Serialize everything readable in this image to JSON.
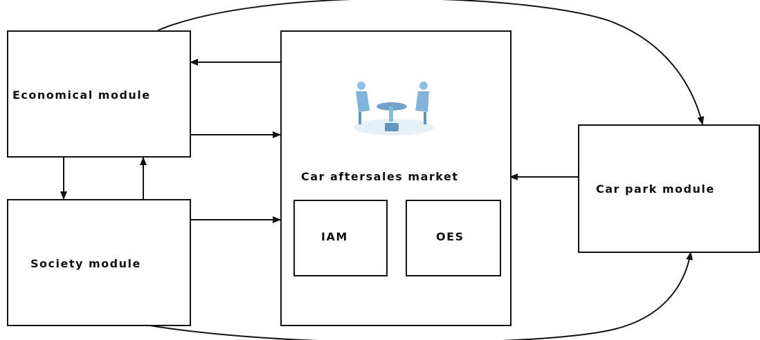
{
  "modules": {
    "economical": "Economical module",
    "society": "Society module",
    "car_park": "Car park module"
  },
  "market": {
    "title": "Car aftersales market",
    "iam": "IAM",
    "oes": "OES"
  },
  "icons": {
    "meeting": "meeting-people-icon"
  },
  "colors": {
    "stroke": "#111111",
    "icon_blue": "#7fb4d8"
  }
}
